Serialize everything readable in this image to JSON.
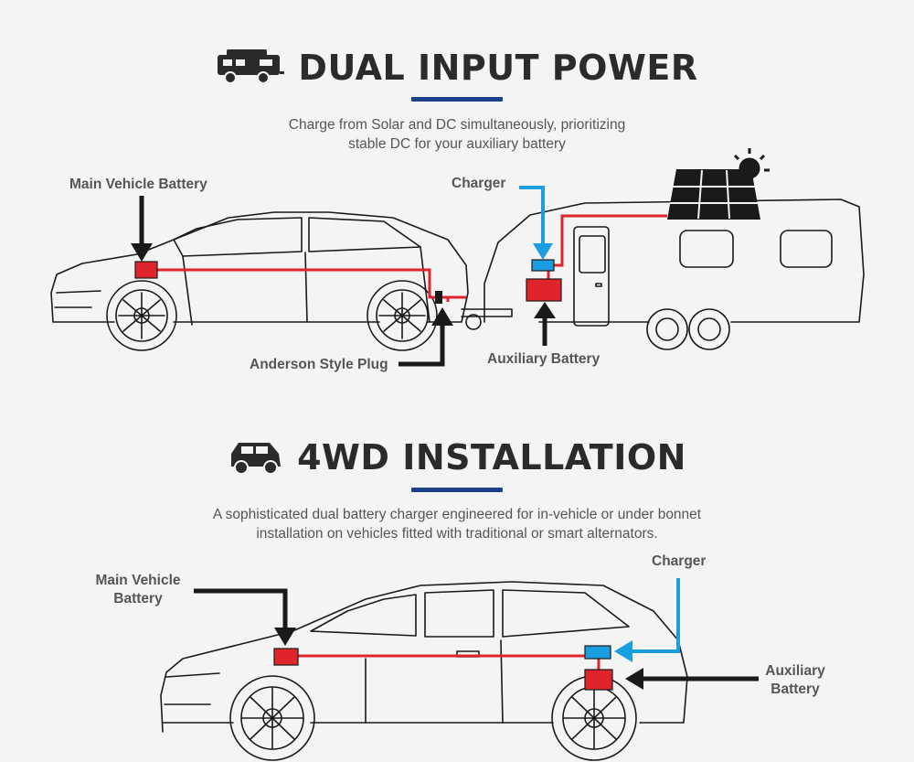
{
  "section1": {
    "title": "DUAL INPUT POWER",
    "icon": "campervan-icon",
    "subtitle_line1": "Charge from Solar and DC simultaneously, prioritizing",
    "subtitle_line2": "stable DC for your auxiliary battery",
    "labels": {
      "main_battery": "Main Vehicle Battery",
      "charger": "Charger",
      "anderson": "Anderson Style Plug",
      "aux_battery": "Auxiliary Battery"
    }
  },
  "section2": {
    "title": "4WD INSTALLATION",
    "icon": "4wd-vehicle-icon",
    "subtitle_line1": "A sophisticated dual battery charger engineered for in-vehicle or under bonnet",
    "subtitle_line2": "installation on vehicles fitted with traditional or smart alternators.",
    "labels": {
      "main_battery_1": "Main Vehicle",
      "main_battery_2": "Battery",
      "charger": "Charger",
      "aux_battery_1": "Auxiliary",
      "aux_battery_2": "Battery"
    }
  },
  "colors": {
    "accent_underline": "#1d3f8a",
    "battery_red": "#e0242b",
    "charger_blue": "#1a9ee0",
    "wire_red": "#e0242b",
    "arrow_black": "#1a1a1a"
  }
}
